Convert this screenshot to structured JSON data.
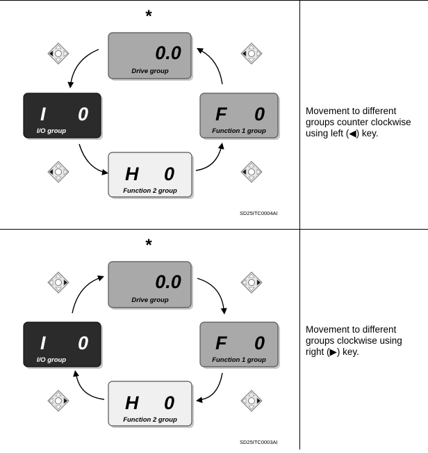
{
  "rows": [
    {
      "star": "*",
      "drive": {
        "display": "0.0",
        "label": "Drive group"
      },
      "function1": {
        "display_letter": "F",
        "display_num": "0",
        "label": "Function 1 group"
      },
      "function2": {
        "display_letter": "H",
        "display_num": "0",
        "label": "Function 2 group"
      },
      "io": {
        "display_letter": "I",
        "display_num": "0",
        "label": "I/O group"
      },
      "code": "SD25ITC0004AI",
      "direction": "counter-clockwise",
      "key_icon": "left-key-icon",
      "description": "Movement to different groups counter clockwise using left (◀) key."
    },
    {
      "star": "*",
      "drive": {
        "display": "0.0",
        "label": "Drive group"
      },
      "function1": {
        "display_letter": "F",
        "display_num": "0",
        "label": "Function 1 group"
      },
      "function2": {
        "display_letter": "H",
        "display_num": "0",
        "label": "Function 2 group"
      },
      "io": {
        "display_letter": "I",
        "display_num": "0",
        "label": "I/O group"
      },
      "code": "SD25ITC0003AI",
      "direction": "clockwise",
      "key_icon": "right-key-icon",
      "description": "Movement to different groups clockwise using right (▶) key."
    }
  ],
  "colors": {
    "drive_box": "#a9a9a9",
    "function1_box": "#a9a9a9",
    "io_box": "#2b2b2b",
    "function2_box": "#f0f0f0",
    "key_pad": "#e8e8e8",
    "key_active": "#111111"
  }
}
